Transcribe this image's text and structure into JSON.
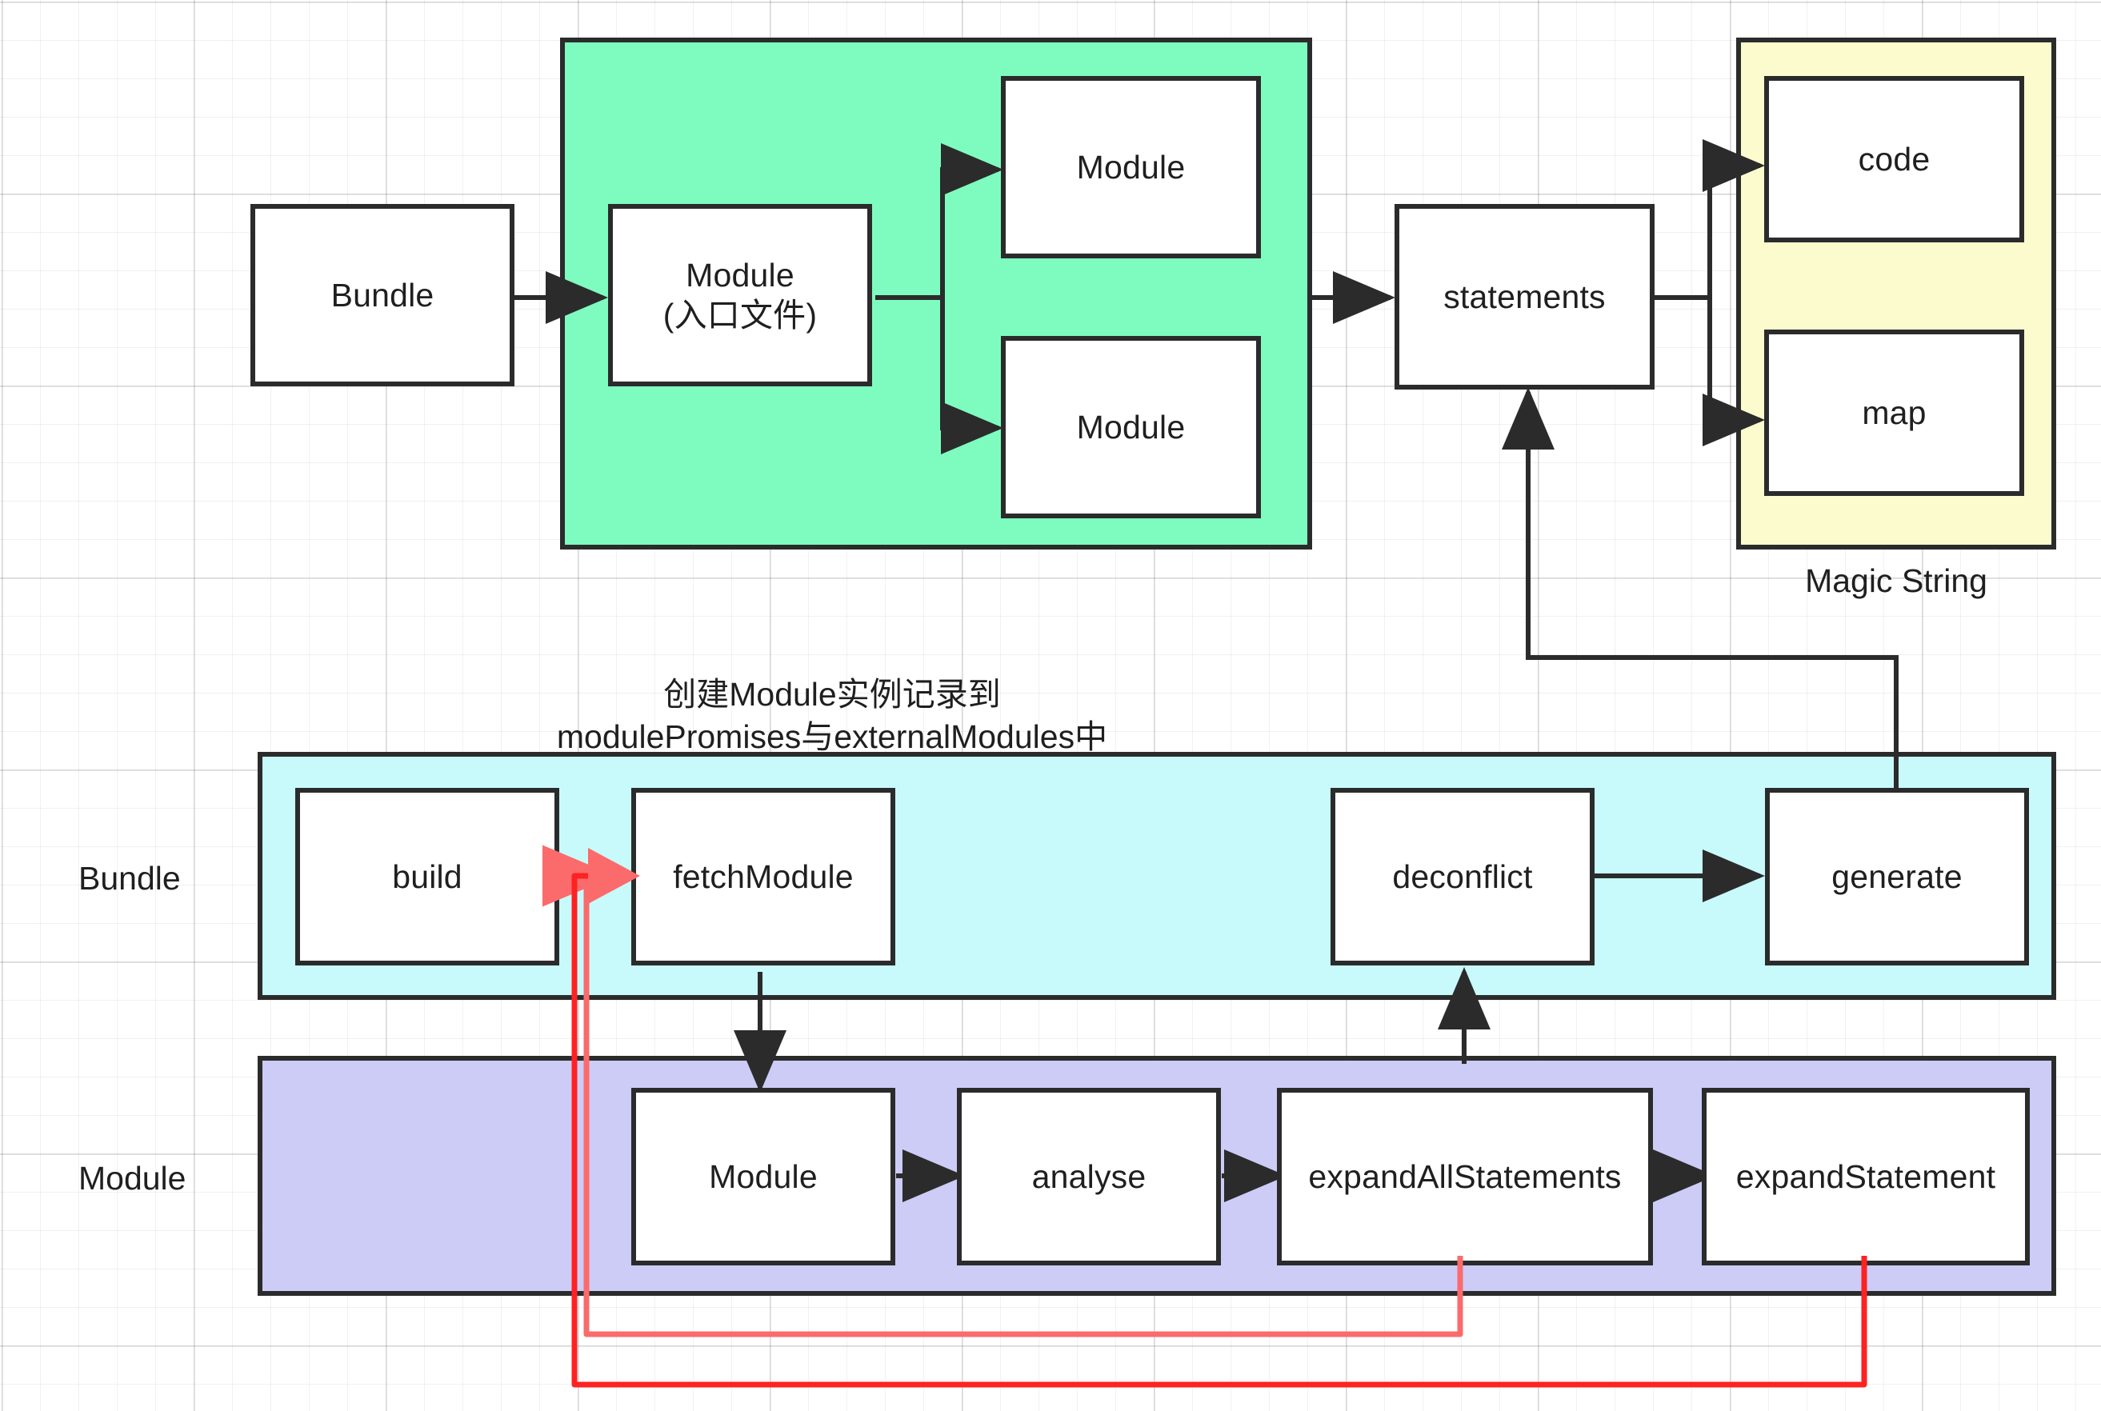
{
  "diagram": {
    "title_note": "Rollup bundle build flow",
    "colors": {
      "green_group": "#7efcc0",
      "yellow_group": "#fbfbcd",
      "cyan_band": "#c8fafc",
      "purple_band": "#ccccf7",
      "stroke": "#2b2b2b",
      "red_bright": "#fe2222",
      "red_soft": "#fb6b6b",
      "node_fill": "#ffffff"
    },
    "top_row": {
      "bundle": "Bundle",
      "entry_module_line1": "Module",
      "entry_module_line2": "(入口文件)",
      "child_module_1": "Module",
      "child_module_2": "Module",
      "statements": "statements",
      "code": "code",
      "map": "map",
      "magic_string_label": "Magic String"
    },
    "annotation": {
      "line1": "创建Module实例记录到",
      "line2": "modulePromises与externalModules中"
    },
    "bundle_lane": {
      "lane_label": "Bundle",
      "nodes": [
        "build",
        "fetchModule",
        "deconflict",
        "generate"
      ]
    },
    "module_lane": {
      "lane_label": "Module",
      "nodes": [
        "Module",
        "analyse",
        "expandAllStatements",
        "expandStatement"
      ]
    },
    "edges": [
      {
        "from": "Bundle",
        "to": "Module (入口文件)",
        "style": "solid-black"
      },
      {
        "from": "Module (入口文件)",
        "to": "Module",
        "style": "solid-black"
      },
      {
        "from": "Module (入口文件)",
        "to": "Module",
        "style": "solid-black"
      },
      {
        "from": "Module group",
        "to": "statements",
        "style": "solid-black"
      },
      {
        "from": "statements",
        "to": "code",
        "style": "solid-black"
      },
      {
        "from": "statements",
        "to": "map",
        "style": "solid-black"
      },
      {
        "from": "generate",
        "to": "statements",
        "style": "solid-black"
      },
      {
        "from": "build",
        "to": "fetchModule",
        "style": "solid-black"
      },
      {
        "from": "fetchModule",
        "to": "Module",
        "style": "solid-black"
      },
      {
        "from": "Module",
        "to": "analyse",
        "style": "solid-black"
      },
      {
        "from": "analyse",
        "to": "expandAllStatements",
        "style": "solid-black"
      },
      {
        "from": "expandAllStatements",
        "to": "expandStatement",
        "style": "solid-black"
      },
      {
        "from": "expandAllStatements",
        "to": "deconflict",
        "style": "solid-black"
      },
      {
        "from": "deconflict",
        "to": "generate",
        "style": "solid-black"
      },
      {
        "from": "expandAllStatements",
        "to": "fetchModule",
        "style": "red-soft"
      },
      {
        "from": "expandStatement",
        "to": "fetchModule",
        "style": "red-bright"
      }
    ]
  }
}
